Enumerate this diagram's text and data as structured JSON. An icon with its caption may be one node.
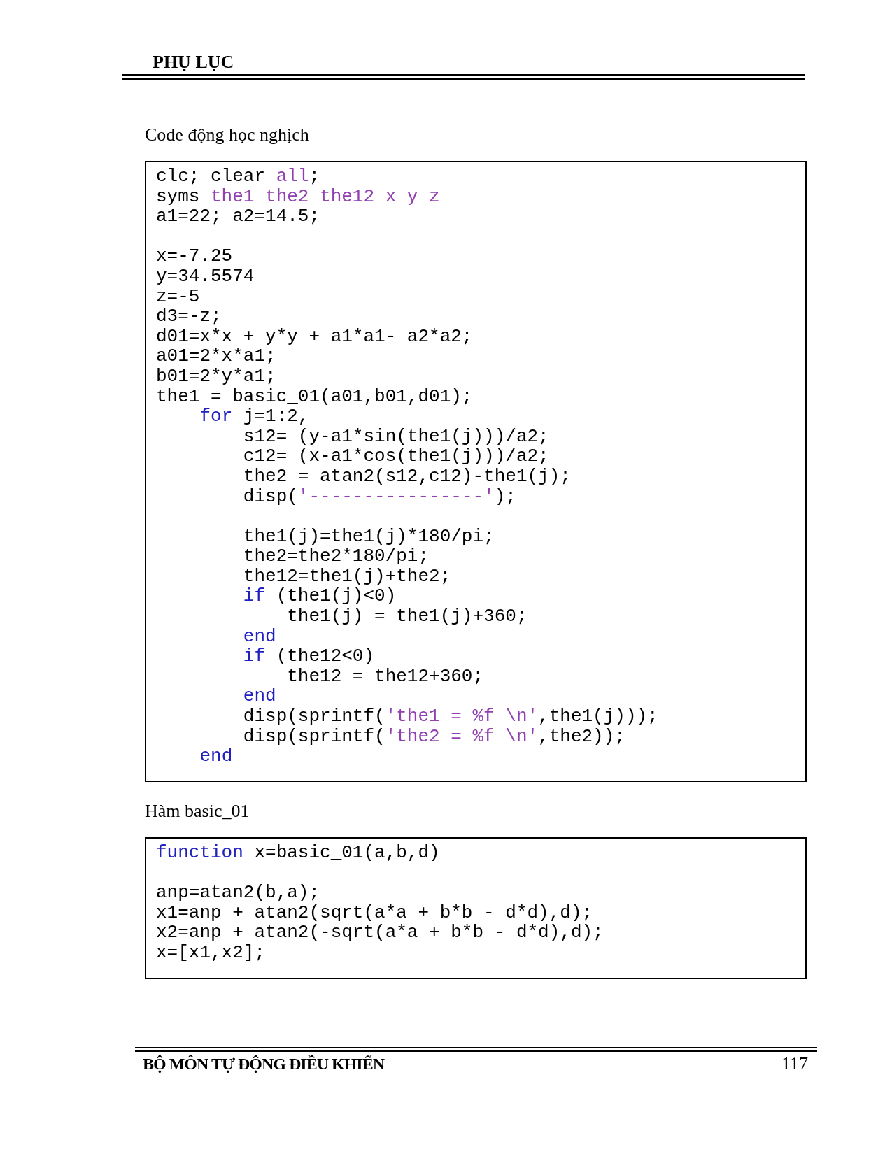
{
  "diagram": {
    "title": "PHỤ LỤC",
    "nodes": [
      {
        "text": [
          "clc; clear all;",
          "syms the1 the2 the12 x y z",
          "a1=22; a2=14.5;",
          "x=-7.25",
          "y=34.5574",
          "z=-5",
          "d3=-z;",
          "d01=x*x + y*y + a1*a1- a2*a2;",
          "a01=2*x*a1;",
          "b01=2*y*a1;",
          "the1 = basic_01(a01,b01,d01);",
          "    for j=1:2,",
          "        s12= (y-a1*sin(the1(j)))/a2;",
          "        c12= (x-a1*cos(the1(j)))/a2;",
          "        the2 = atan2(s12,c12)-the1(j);",
          "        disp('----------------');",
          "        the1(j)=the1(j)*180/pi;",
          "        the2=the2*180/pi;",
          "        the12=the1(j)+the2;",
          "        if (the1(j)<0)",
          "            the1(j) = the1(j)+360;",
          "        end",
          "        if (the12<0)",
          "            the12 = the12+360;",
          "        end",
          "        disp(sprintf('the1 = %f \\n',the1(j)));",
          "        disp(sprintf('the2 = %f \\n',the2));",
          "    end"
        ]
      },
      {
        "text": [
          "function x=basic_01(a,b,d)",
          "anp=atan2(b,a);",
          "x1=anp + atan2(sqrt(a*a + b*b - d*d),d);",
          "x2=anp + atan2(-sqrt(a*a + b*b - d*d),d);",
          "x=[x1,x2];"
        ]
      }
    ],
    "labels": [
      "Code động học nghịch",
      "Hàm basic_01",
      "BỘ MÔN TỰ ĐỘNG ĐIỀU KHIỂN",
      "117"
    ]
  }
}
